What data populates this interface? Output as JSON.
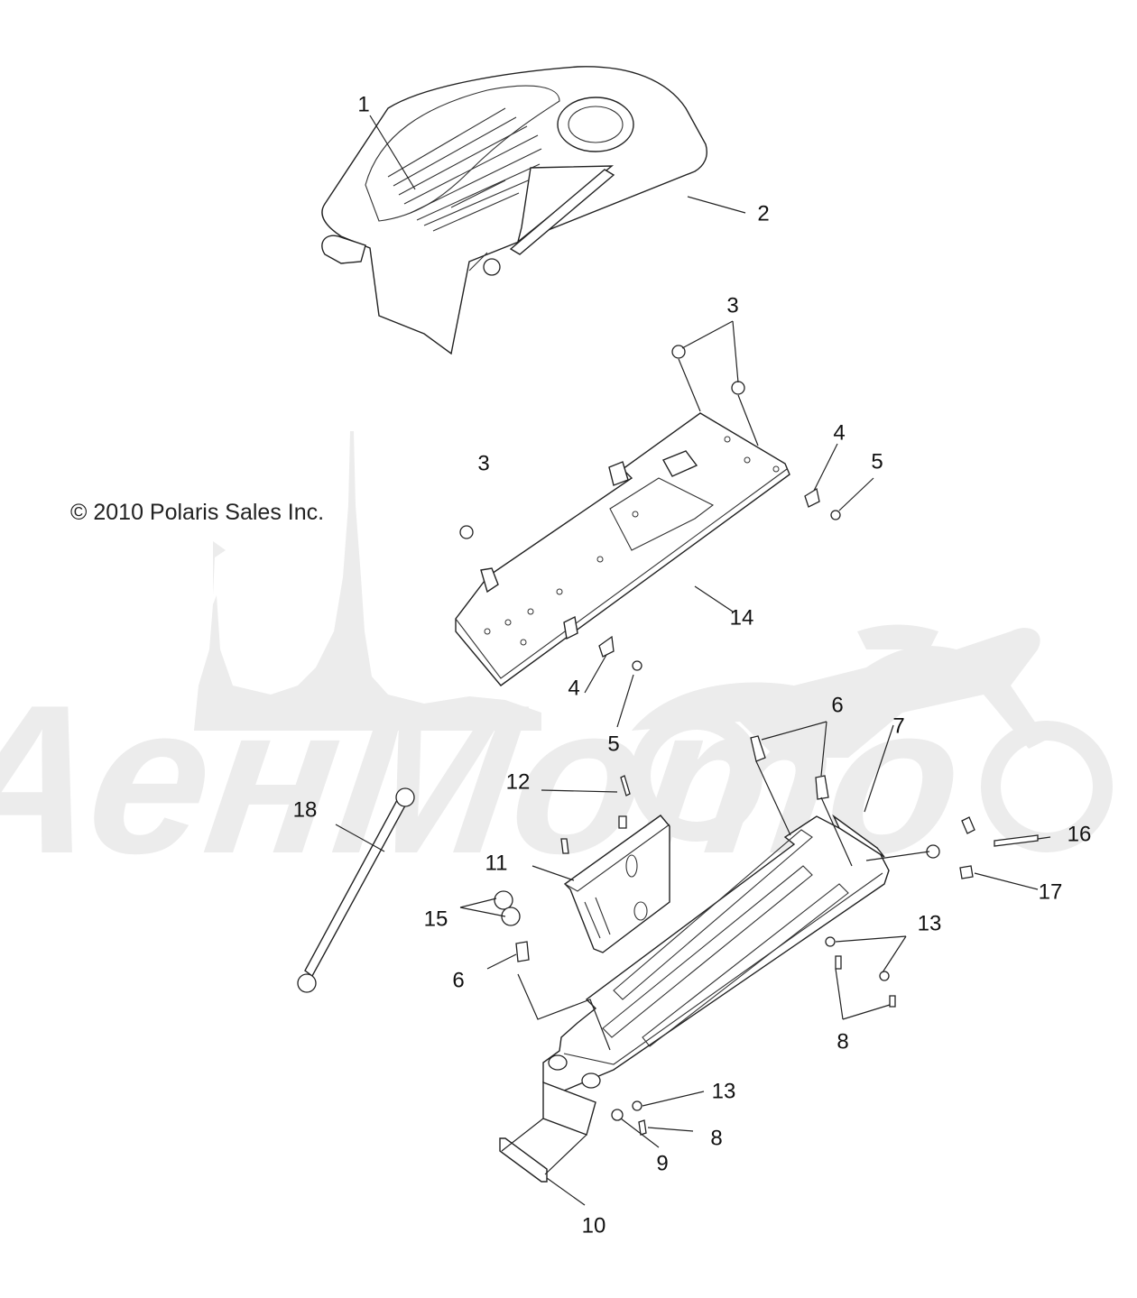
{
  "copyright": "© 2010 Polaris Sales Inc.",
  "watermark": {
    "text": "АенМото",
    "color": "#e6e6e6"
  },
  "callouts": [
    {
      "id": "c1",
      "label": "1"
    },
    {
      "id": "c2",
      "label": "2"
    },
    {
      "id": "c3a",
      "label": "3"
    },
    {
      "id": "c3b",
      "label": "3"
    },
    {
      "id": "c4a",
      "label": "4"
    },
    {
      "id": "c5a",
      "label": "5"
    },
    {
      "id": "c14",
      "label": "14"
    },
    {
      "id": "c4b",
      "label": "4"
    },
    {
      "id": "c5b",
      "label": "5"
    },
    {
      "id": "c6a",
      "label": "6"
    },
    {
      "id": "c7",
      "label": "7"
    },
    {
      "id": "c12",
      "label": "12"
    },
    {
      "id": "c18",
      "label": "18"
    },
    {
      "id": "c16",
      "label": "16"
    },
    {
      "id": "c11",
      "label": "11"
    },
    {
      "id": "c17",
      "label": "17"
    },
    {
      "id": "c15",
      "label": "15"
    },
    {
      "id": "c13a",
      "label": "13"
    },
    {
      "id": "c6b",
      "label": "6"
    },
    {
      "id": "c8a",
      "label": "8"
    },
    {
      "id": "c13b",
      "label": "13"
    },
    {
      "id": "c8b",
      "label": "8"
    },
    {
      "id": "c9",
      "label": "9"
    },
    {
      "id": "c10",
      "label": "10"
    }
  ]
}
